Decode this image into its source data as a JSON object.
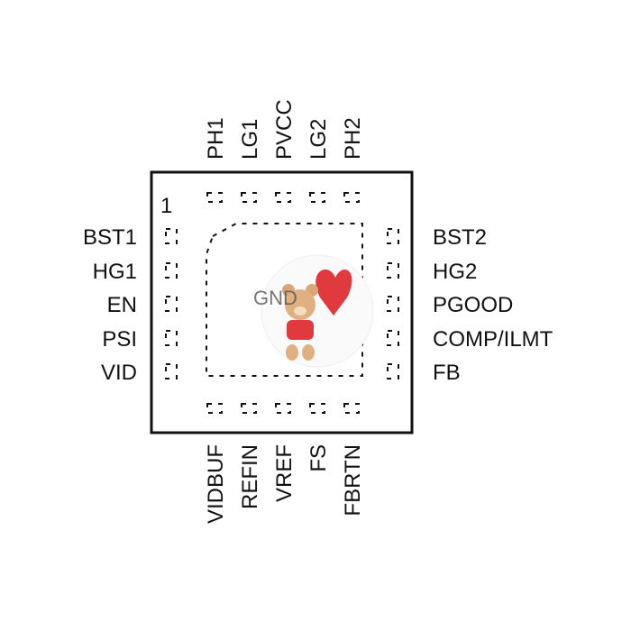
{
  "chip": {
    "pin1_marker": "1",
    "center_pad_label": "GND",
    "top_pins": [
      "PH1",
      "LG1",
      "PVCC",
      "LG2",
      "PH2"
    ],
    "left_pins": [
      "BST1",
      "HG1",
      "EN",
      "PSI",
      "VID"
    ],
    "right_pins": [
      "BST2",
      "HG2",
      "PGOOD",
      "COMP/ILMT",
      "FB"
    ],
    "bottom_pins": [
      "VIDBUF",
      "REFIN",
      "VREF",
      "FS",
      "FBRTN"
    ]
  }
}
